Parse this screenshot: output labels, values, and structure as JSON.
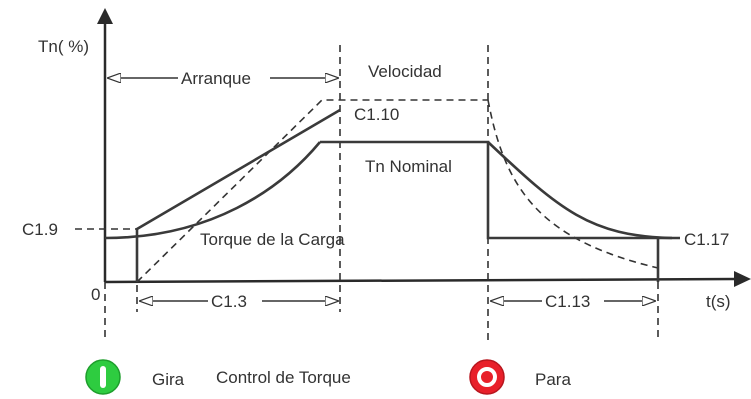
{
  "axes": {
    "y_label": "Tn( %)",
    "x_label": "t(s)",
    "origin": "0"
  },
  "labels": {
    "arranque": "Arranque",
    "velocidad": "Velocidad",
    "c110": "C1.10",
    "tn_nominal": "Tn Nominal",
    "c19": "C1.9",
    "torque_carga": "Torque de la Carga",
    "c117": "C1.17",
    "c13": "C1.3",
    "c113": "C1.13"
  },
  "legend": {
    "gira": "Gira",
    "control": "Control de Torque",
    "para": "Para"
  },
  "colors": {
    "gira_button": "#2ecc40",
    "para_button": "#e8202a",
    "line": "#333333"
  }
}
